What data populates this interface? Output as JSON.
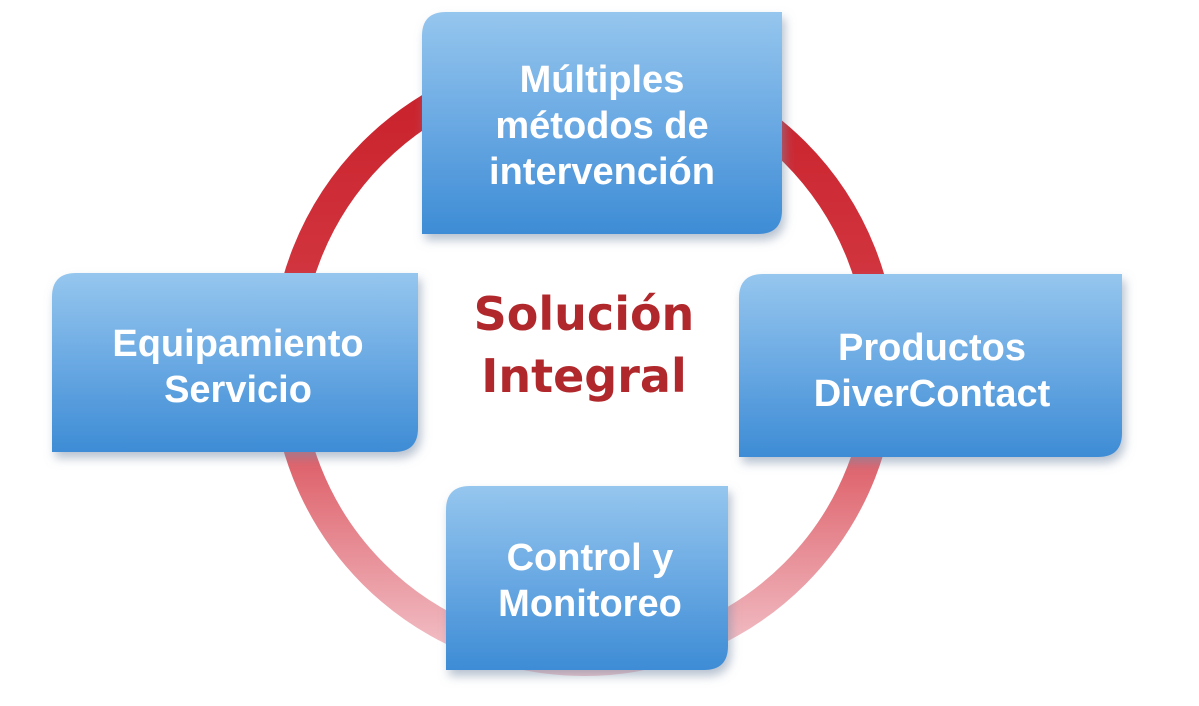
{
  "center": {
    "line1": "Solución",
    "line2": "Integral"
  },
  "nodes": {
    "top": {
      "line1": "Múltiples",
      "line2": "métodos de",
      "line3": "intervención"
    },
    "left": {
      "line1": "Equipamiento",
      "line2": "Servicio"
    },
    "right": {
      "line1": "Productos",
      "line2": "DiverContact"
    },
    "bottom": {
      "line1": "Control y",
      "line2": "Monitoreo"
    }
  },
  "colors": {
    "ring_top": "#c8202a",
    "ring_bottom": "#efb7bf",
    "box_light": "#8fc2ea",
    "box_dark": "#3f8fd6",
    "center_text": "#b1282c",
    "box_text": "#ffffff"
  }
}
